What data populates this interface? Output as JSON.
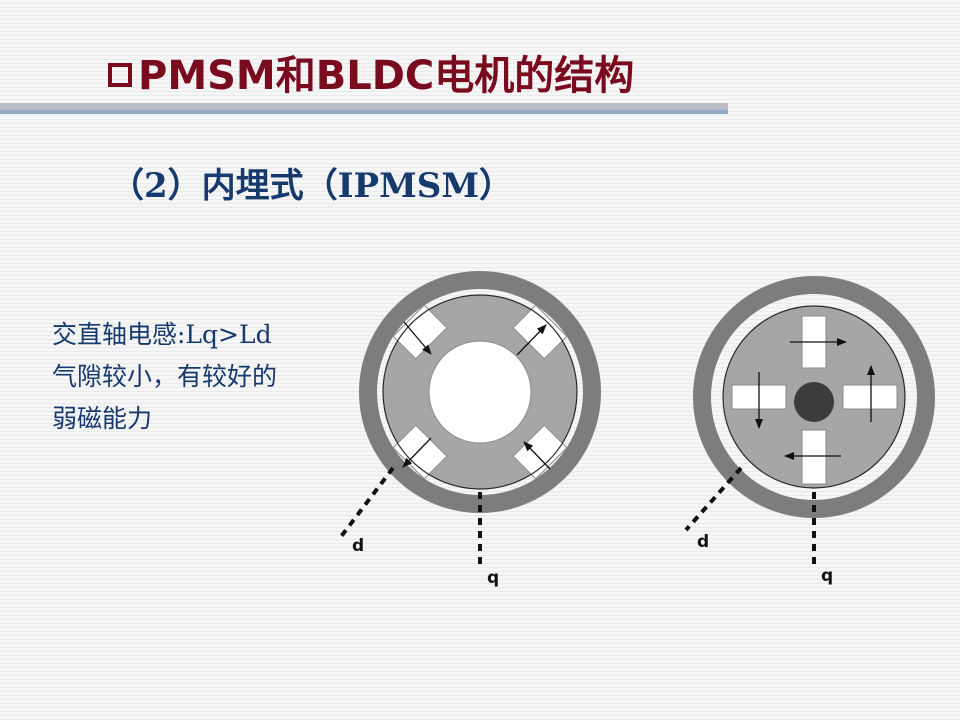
{
  "slide": {
    "title": "PMSM和BLDC电机的结构",
    "subtitle": "（2）内埋式（IPMSM）",
    "description_lines": [
      "交直轴电感:Lq>Ld",
      "气隙较小，有较好的",
      "弱磁能力"
    ]
  },
  "diagrams": {
    "left": {
      "d_label": "d",
      "q_label": "q"
    },
    "right": {
      "d_label": "d",
      "q_label": "q"
    }
  }
}
